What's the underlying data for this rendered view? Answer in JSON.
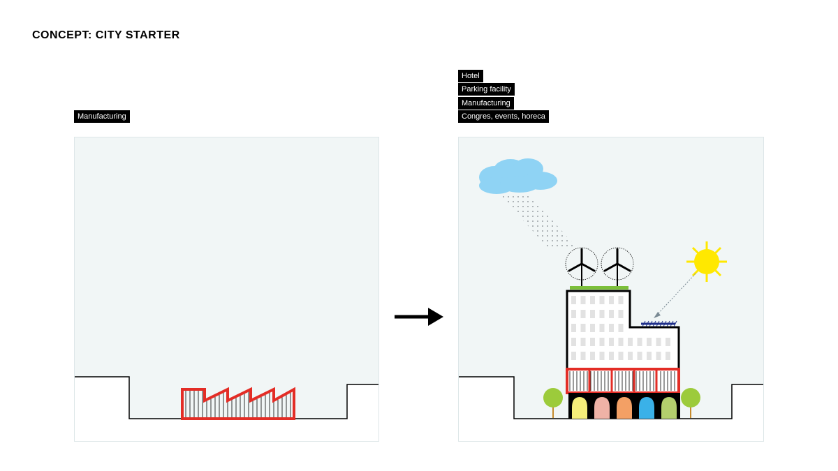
{
  "title": "CONCEPT: CITY STARTER",
  "left_panel": {
    "labels": [
      "Manufacturing"
    ]
  },
  "right_panel": {
    "labels": [
      "Hotel",
      "Parking facility",
      "Manufacturing",
      "Congres, events, horeca"
    ]
  },
  "colors": {
    "sky": "#f1f6f6",
    "factory_red": "#e32d26",
    "cloud": "#8fd3f4",
    "sun": "#ffe800",
    "tree": "#9ccb3b",
    "green_roof": "#7bbf3a",
    "window": "#e2e2e2"
  },
  "arch_colors": [
    "#f5ee7a",
    "#efb2a6",
    "#f3a065",
    "#3ab1e8",
    "#b3cf6d"
  ],
  "icons": [
    "wind-turbine-icon",
    "sun-icon",
    "cloud-icon",
    "tree-icon",
    "solar-panel-icon",
    "arrow-right-icon"
  ]
}
